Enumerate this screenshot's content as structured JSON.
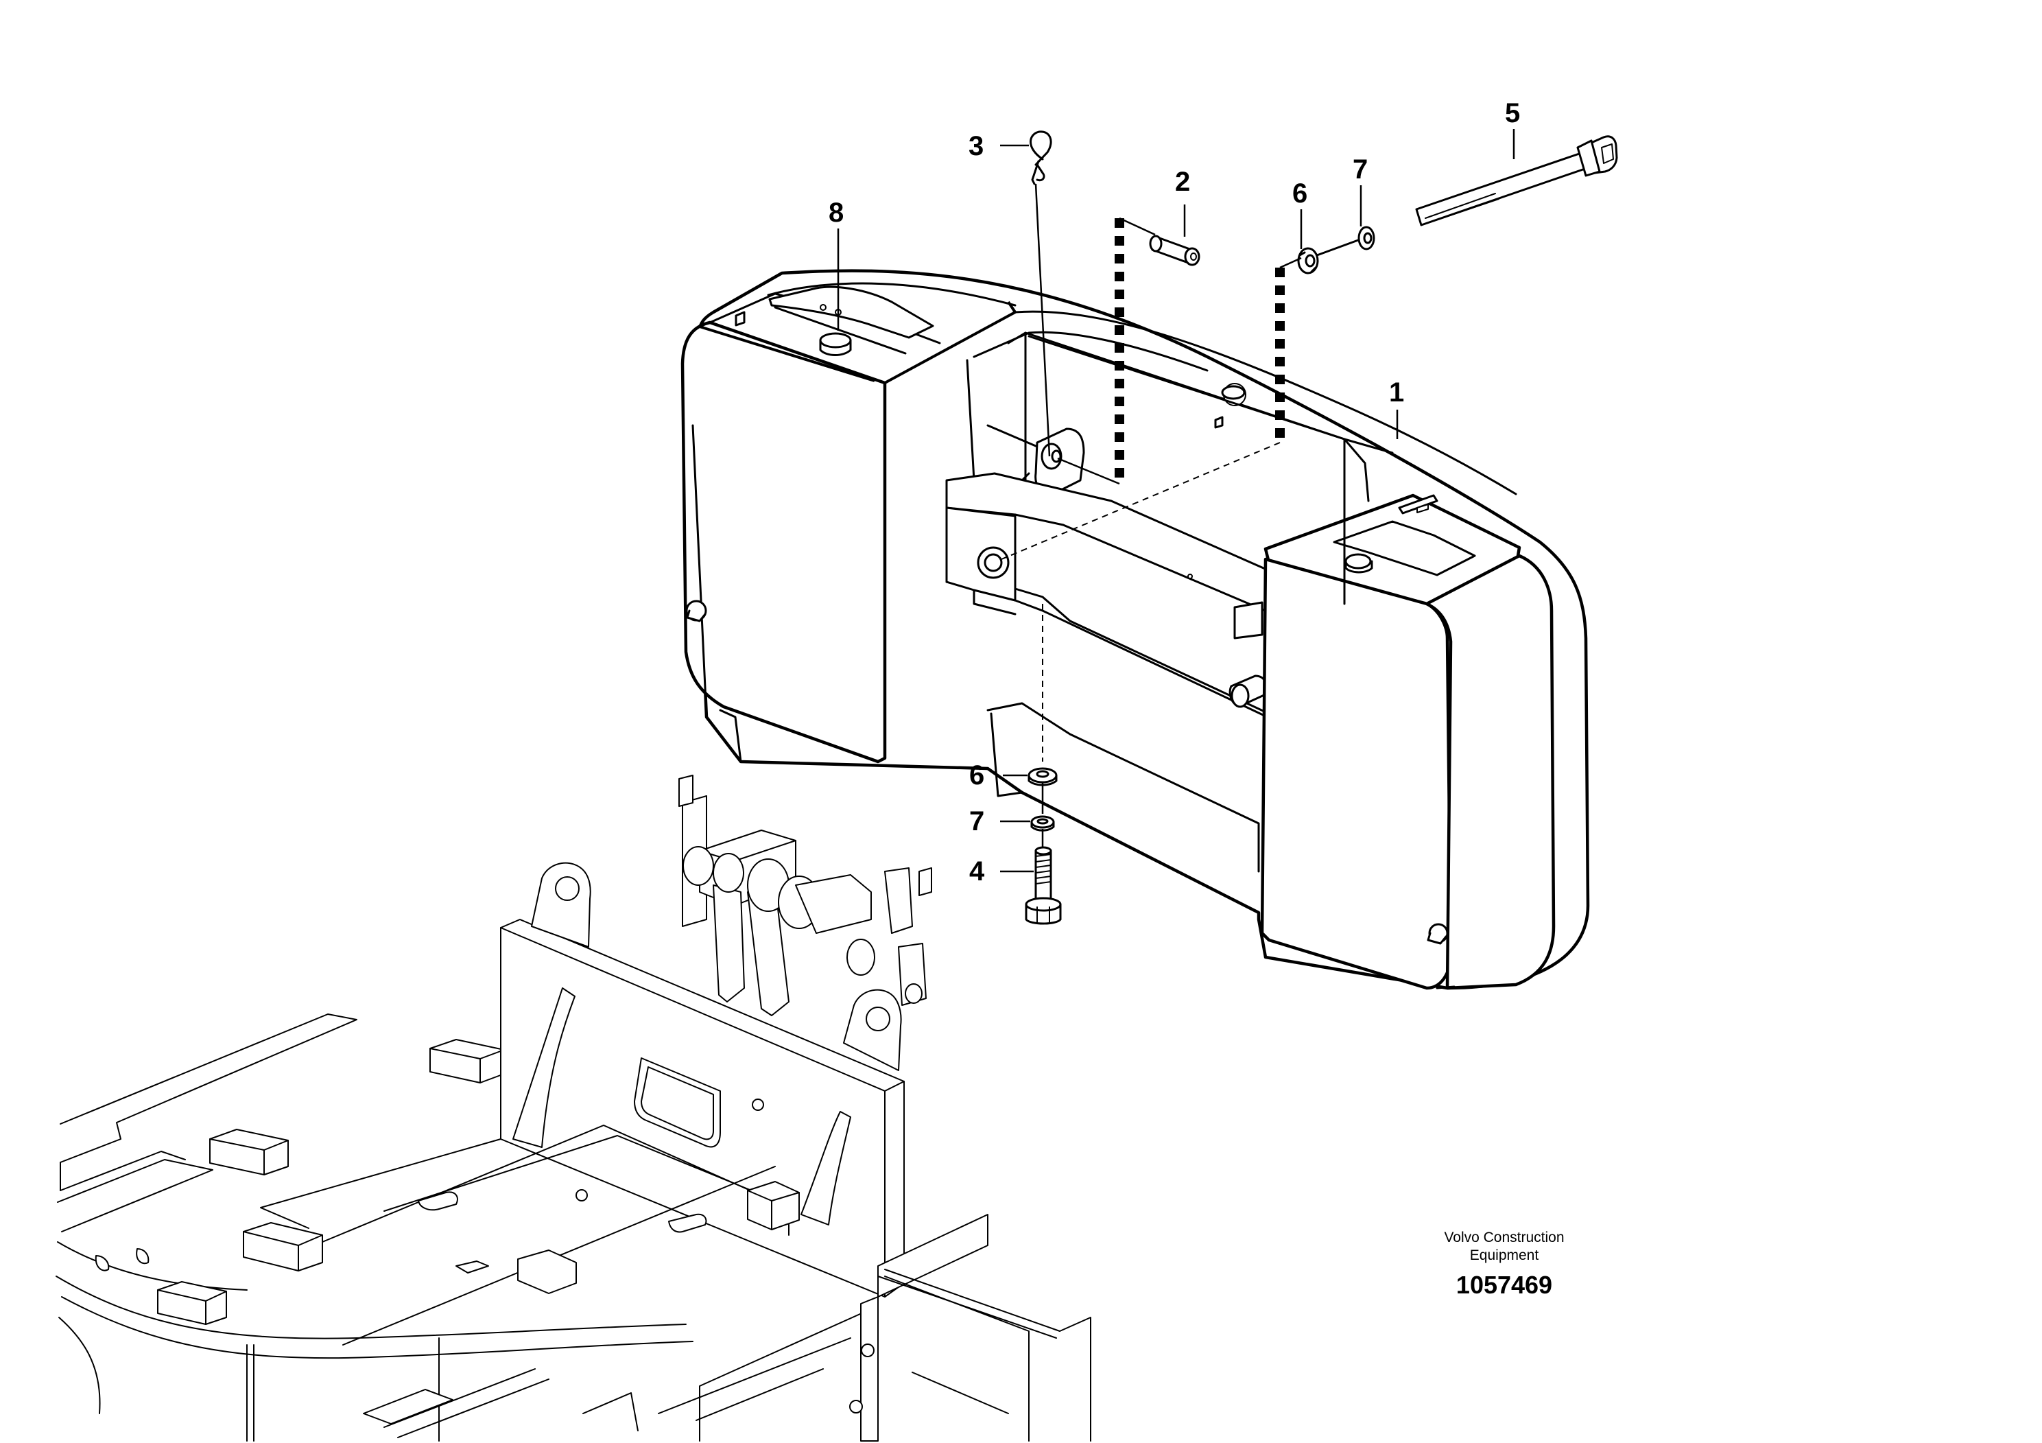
{
  "callouts": [
    {
      "id": "c1",
      "number": "1"
    },
    {
      "id": "c2",
      "number": "2"
    },
    {
      "id": "c3",
      "number": "3"
    },
    {
      "id": "c4",
      "number": "4"
    },
    {
      "id": "c5",
      "number": "5"
    },
    {
      "id": "c6a",
      "number": "6"
    },
    {
      "id": "c6b",
      "number": "6"
    },
    {
      "id": "c7a",
      "number": "7"
    },
    {
      "id": "c7b",
      "number": "7"
    },
    {
      "id": "c8",
      "number": "8"
    }
  ],
  "footer": {
    "maker_line1": "Volvo Construction",
    "maker_line2": "Equipment",
    "drawing_number": "1057469"
  }
}
